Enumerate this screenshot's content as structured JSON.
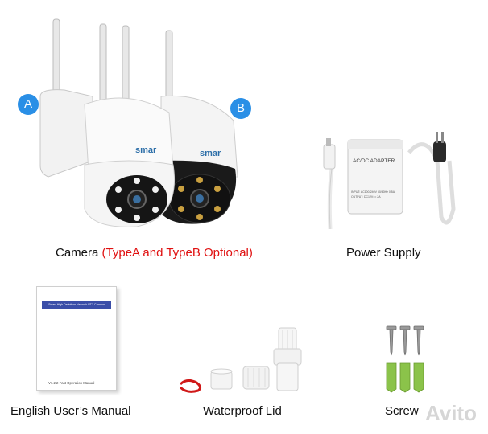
{
  "camera": {
    "caption_prefix": "Camera ",
    "caption_highlight": "(TypeA and TypeB Optional)",
    "badge_a": "A",
    "badge_b": "B",
    "brand_a": "smar",
    "brand_b": "smar"
  },
  "power_supply": {
    "caption": "Power Supply",
    "label_title": "AC/DC ADAPTER",
    "label_line1": "INPUT: AC100-240V 50/60Hz 0.5A",
    "label_line2": "OUTPUT: DC12V== 2A"
  },
  "manual": {
    "caption": "English User’s Manual",
    "banner": "Smart High Definition Network PTZ Camera",
    "footer": "V1.2.2   Fast Operation Manual"
  },
  "waterproof": {
    "caption": "Waterproof Lid"
  },
  "screw": {
    "caption": "Screw"
  },
  "watermark": "Avito",
  "colors": {
    "accent_red": "#e01010",
    "badge_blue": "#2a8fe6"
  }
}
